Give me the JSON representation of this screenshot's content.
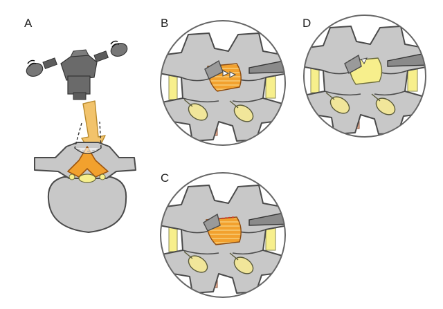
{
  "panels": {
    "a": {
      "label": "A"
    },
    "b": {
      "label": "B"
    },
    "c": {
      "label": "C"
    },
    "d": {
      "label": "D"
    }
  },
  "colors": {
    "bone": "#c8c8c8",
    "bone_outline": "#4a4a4a",
    "microscope": "#6a6a6a",
    "arrow_fill": "#f2c36b",
    "arrow_stroke": "#b8892b",
    "ligamentum_orange": "#f2a12e",
    "ligamentum_dark": "#d9701c",
    "dura_yellow": "#f7ef8c",
    "nerve_yellow": "#f1e69a",
    "disc_pink": "#e6a98c",
    "magnifier_ring": "#666666"
  },
  "icons": [
    "microscope-icon",
    "eyepiece-icon",
    "drill-instrument-icon",
    "vertebra-icon"
  ]
}
